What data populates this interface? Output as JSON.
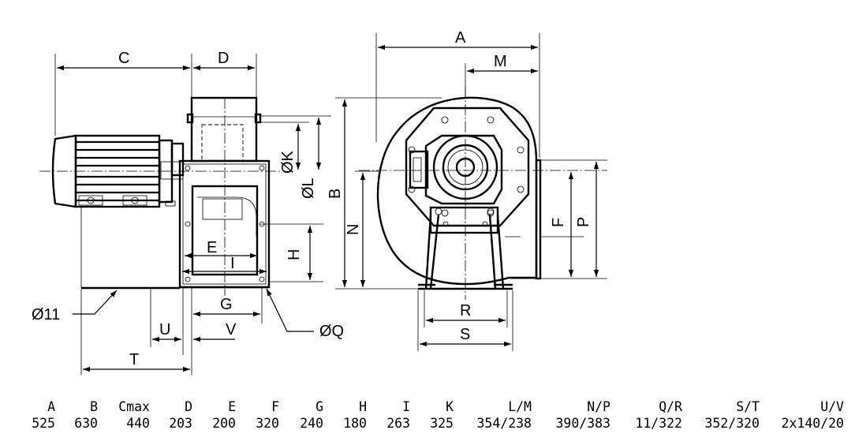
{
  "labels": {
    "A": "A",
    "B": "B",
    "C": "C",
    "D": "D",
    "E": "E",
    "F": "F",
    "G": "G",
    "H": "H",
    "I": "I",
    "K": "ØK",
    "L": "ØL",
    "M": "M",
    "N": "N",
    "P": "P",
    "Q": "ØQ",
    "R": "R",
    "S": "S",
    "T": "T",
    "U": "U",
    "V": "V",
    "hole": "Ø11"
  },
  "table": {
    "headers": [
      "A",
      "B",
      "Cmax",
      "D",
      "E",
      "F",
      "G",
      "H",
      "I",
      "K",
      "L/M",
      "N/P",
      "Q/R",
      "S/T",
      "U/V"
    ],
    "values": [
      "525",
      "630",
      "440",
      "203",
      "200",
      "320",
      "240",
      "180",
      "263",
      "325",
      "354/238",
      "390/383",
      "11/322",
      "352/320",
      "2x140/20"
    ]
  }
}
